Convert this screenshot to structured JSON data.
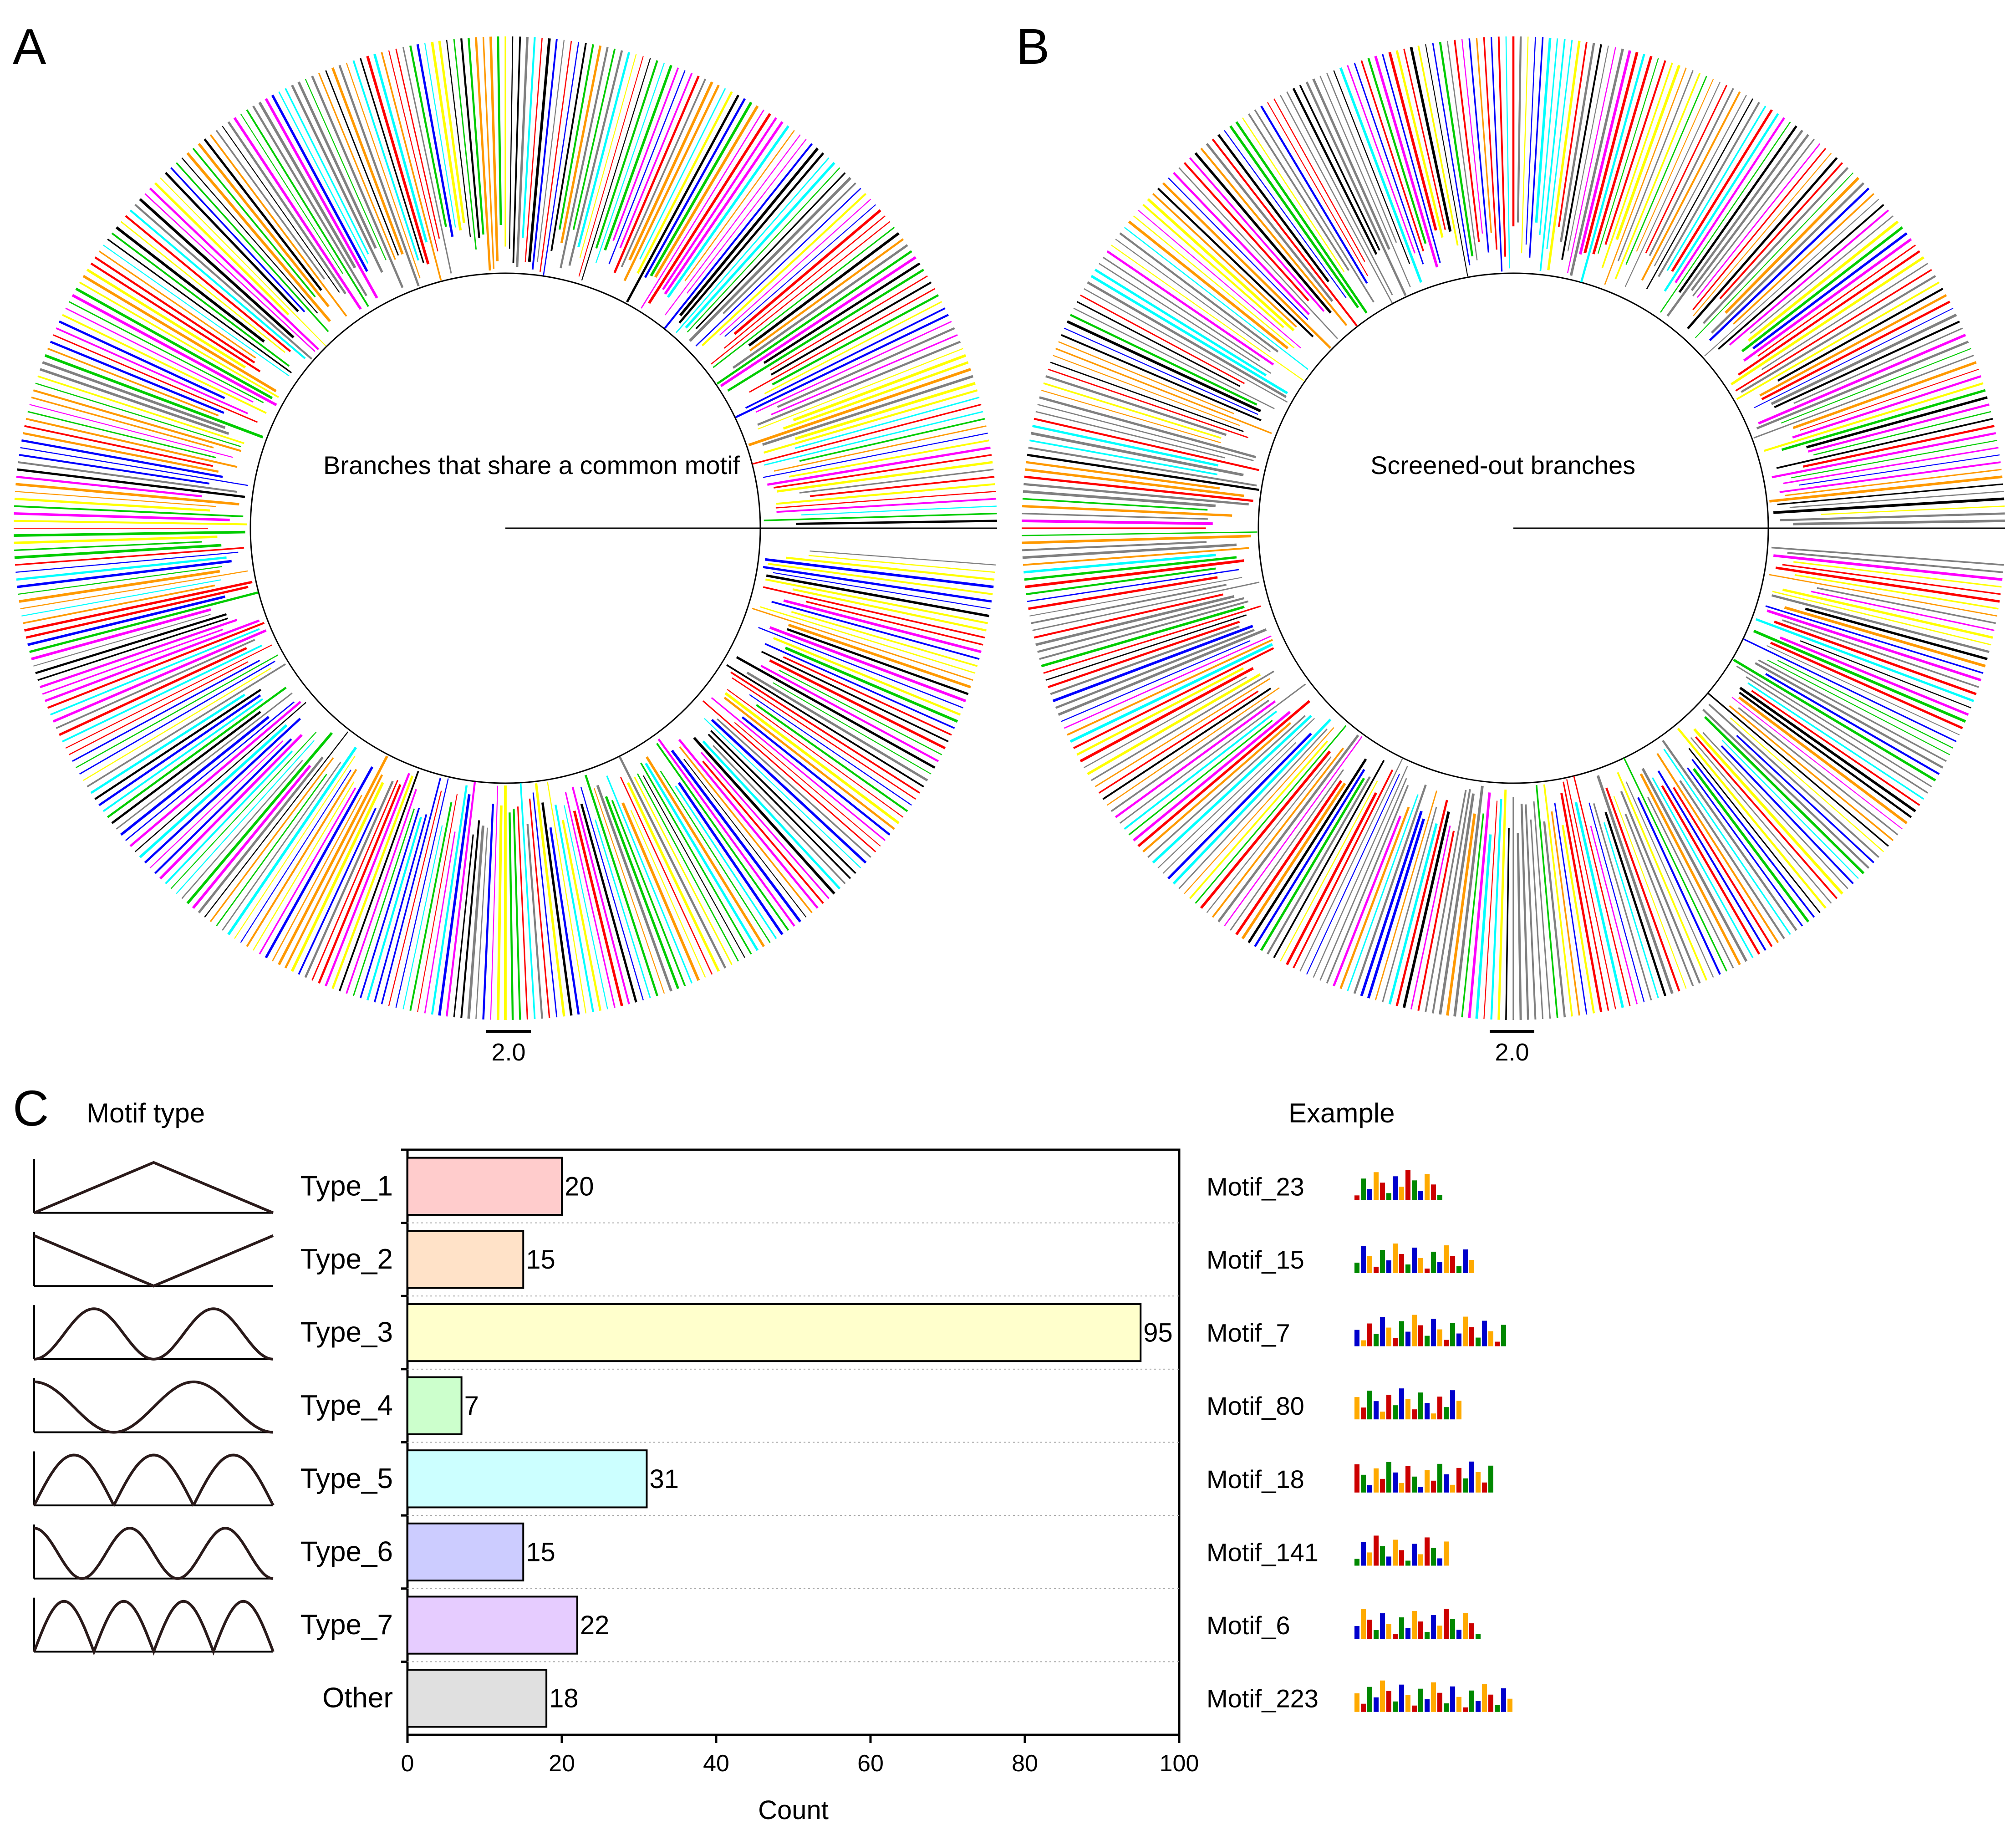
{
  "panels": {
    "a": {
      "letter": "A",
      "callout": "Branches that share a common motif",
      "scale_label": "2.0"
    },
    "b": {
      "letter": "B",
      "callout": "Screened-out branches",
      "scale_label": "2.0"
    },
    "c": {
      "letter": "C",
      "motif_type_header": "Motif type",
      "example_header": "Example"
    }
  },
  "branch_colors": [
    "#ff0000",
    "#00cc00",
    "#0000ff",
    "#ffff00",
    "#00ffff",
    "#ff00ff",
    "#ff9900",
    "#000000",
    "#808080"
  ],
  "chart_data": {
    "type": "bar",
    "orientation": "horizontal",
    "categories": [
      "Type_1",
      "Type_2",
      "Type_3",
      "Type_4",
      "Type_5",
      "Type_6",
      "Type_7",
      "Other"
    ],
    "values": [
      20,
      15,
      95,
      7,
      31,
      15,
      22,
      18
    ],
    "value_labels": [
      "20",
      "15",
      "95",
      "7",
      "31",
      "15",
      "22",
      "18"
    ],
    "bar_colors": [
      "#ffcccc",
      "#ffe2c8",
      "#ffffcc",
      "#ccffcc",
      "#ccffff",
      "#ccccff",
      "#e6ccff",
      "#e0e0e0"
    ],
    "xlabel": "Count",
    "xlim": [
      0,
      100
    ],
    "xticks": [
      "0",
      "20",
      "40",
      "60",
      "80",
      "100"
    ],
    "grid": "horizontal-dotted",
    "motif_shapes": [
      "one-hump",
      "v-shape",
      "two-humps",
      "two-humps-low-ends",
      "three-humps",
      "three-humps-low-ends",
      "four-humps",
      "none"
    ],
    "examples": [
      "Motif_23",
      "Motif_15",
      "Motif_7",
      "Motif_80",
      "Motif_18",
      "Motif_141",
      "Motif_6",
      "Motif_223"
    ]
  }
}
